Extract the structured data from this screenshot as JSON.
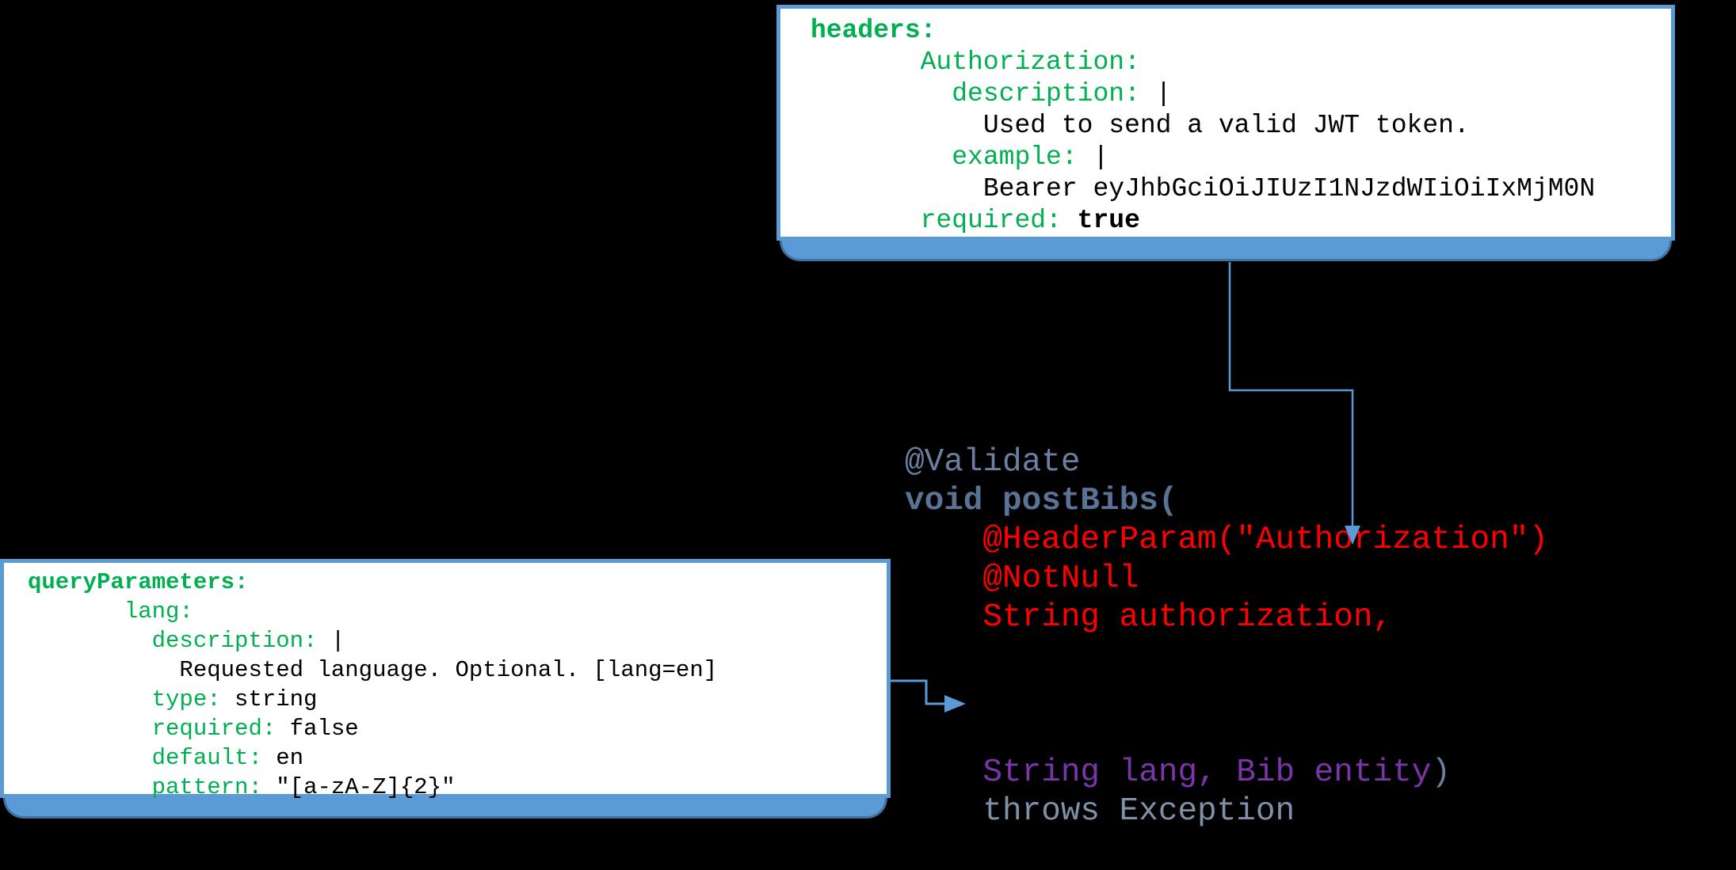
{
  "background_color": "#000000",
  "boxes": {
    "headers": {
      "lines": [
        {
          "key": "headers:",
          "value": ""
        },
        {
          "key": "       Authorization:",
          "value": ""
        },
        {
          "key": "         description:",
          "value": " |"
        },
        {
          "key": "",
          "value": "           Used to send a valid JWT token."
        },
        {
          "key": "         example:",
          "value": " |"
        },
        {
          "key": "",
          "value": "           Bearer eyJhbGciOiJIUzI1NJzdWIiOiIxMjM0N"
        },
        {
          "key": "       required:",
          "value": " true"
        }
      ]
    },
    "query_parameters": {
      "lines": [
        {
          "key": "queryParameters:",
          "value": ""
        },
        {
          "key": "       lang:",
          "value": ""
        },
        {
          "key": "         description:",
          "value": " |"
        },
        {
          "key": "",
          "value": "           Requested language. Optional. [lang=en]"
        },
        {
          "key": "         type:",
          "value": " string"
        },
        {
          "key": "         required:",
          "value": " false"
        },
        {
          "key": "         default:",
          "value": " en"
        },
        {
          "key": "         pattern:",
          "value": " \"[a-zA-Z]{2}\""
        }
      ]
    }
  },
  "code": {
    "validate_annotation": "@Validate",
    "method_signature": "void postBibs(",
    "header_param_annotation": "    @HeaderParam(\"Authorization\")",
    "notnull_annotation": "    @NotNull",
    "authorization_param": "    String authorization,",
    "lang_entity_params": "    String lang, Bib entity",
    "closing_paren": ")",
    "throws_clause": "    throws Exception"
  },
  "colors": {
    "yaml_key_green": "#00b050",
    "yaml_value_black": "#000000",
    "box_border_blue": "#5b9bd5",
    "box_bar_edge_blue": "#41719c",
    "arrow_blue": "#5b9bd5",
    "java_annotation_slate": "#6b80a0",
    "java_signature_slate": "#5a7294",
    "java_red": "#ff0000",
    "java_purple": "#7a35a8",
    "java_throws_slate": "#7f91a9"
  }
}
